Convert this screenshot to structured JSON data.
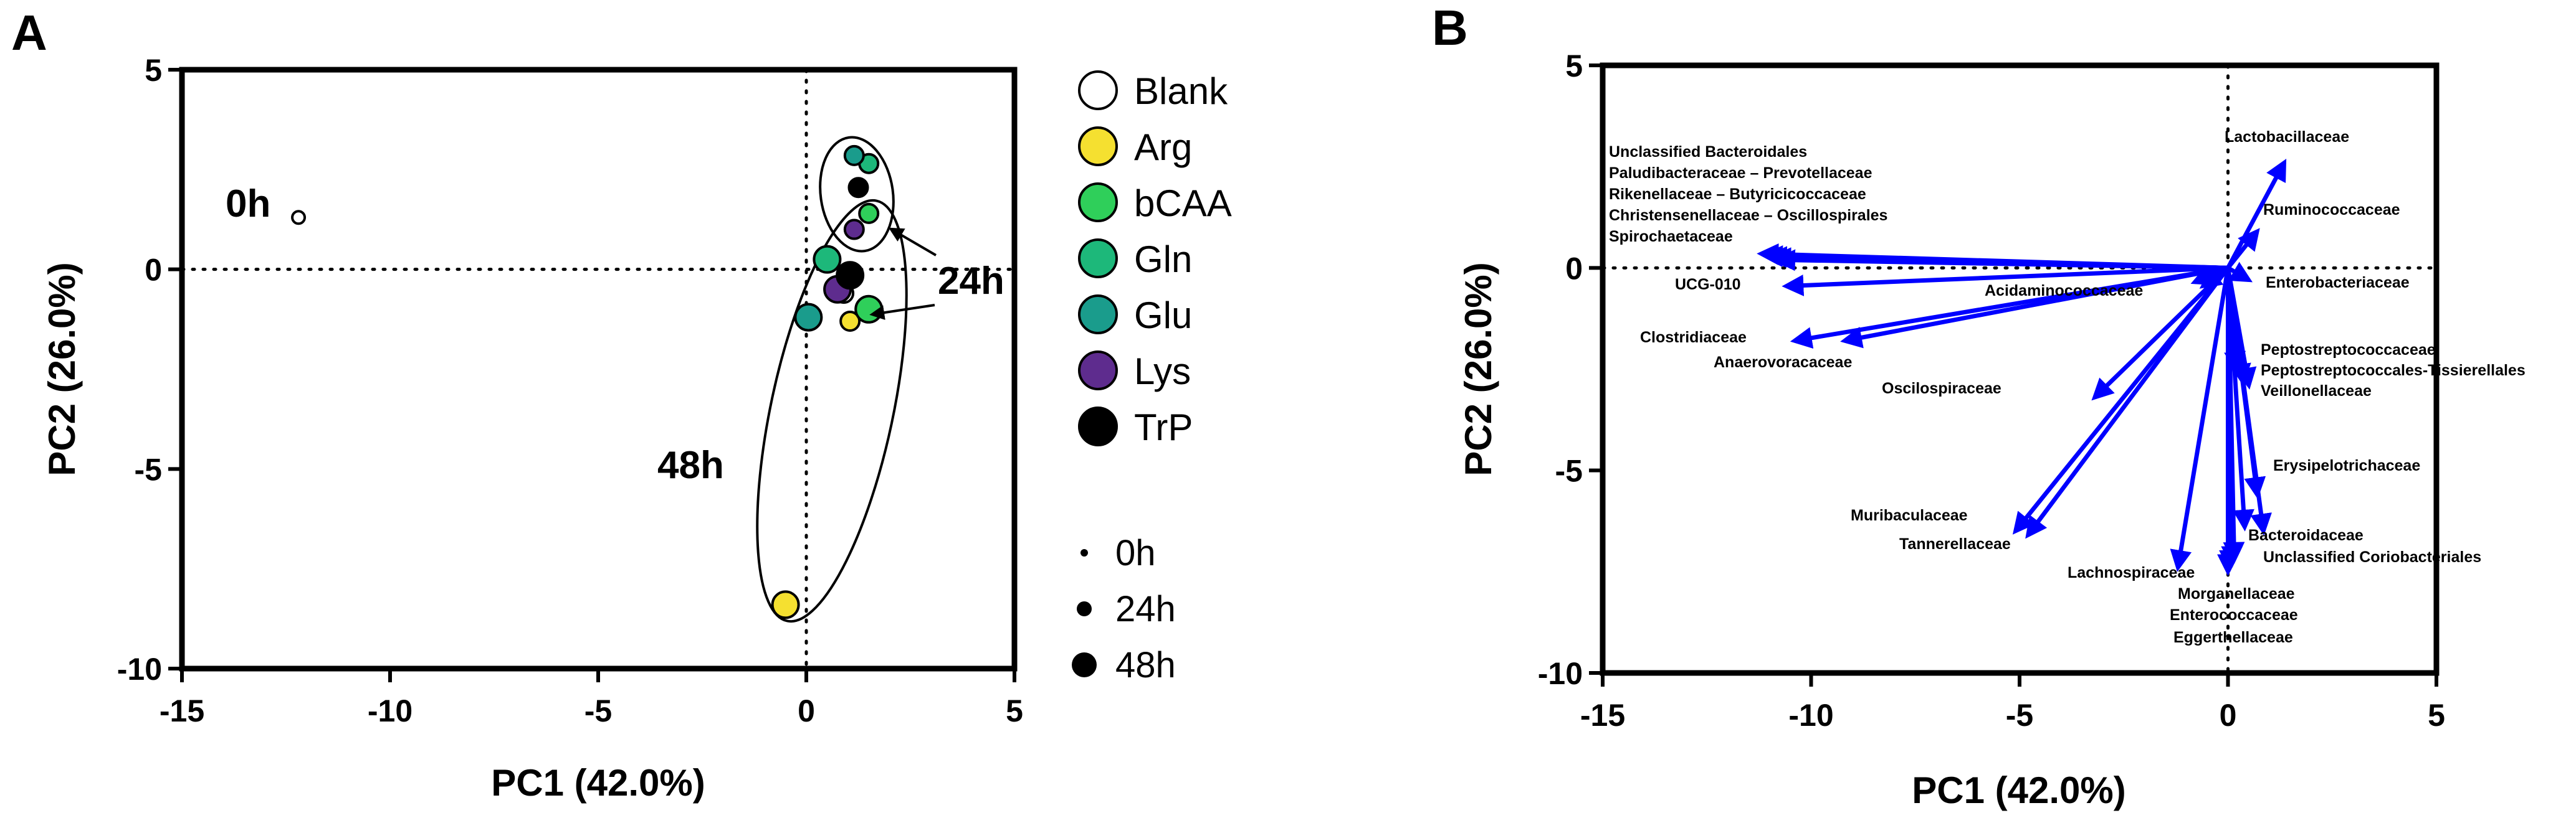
{
  "panels": [
    {
      "panel_label": "A",
      "chart_data": {
        "type": "scatter",
        "xlabel": "PC1 (42.0%)",
        "ylabel": "PC2 (26.0%)",
        "xlim": [
          -15,
          5
        ],
        "ylim": [
          -10,
          5
        ],
        "xticks": [
          "-15",
          "-10",
          "-5",
          "0",
          "5"
        ],
        "yticks": [
          "5",
          "0",
          "-5",
          "-10"
        ],
        "reference_lines": "dotted lines at x=0 and y=0",
        "series": [
          {
            "name": "Blank",
            "color": "#ffffff",
            "points": [
              [
                -12.2,
                1.3,
                "0h"
              ],
              [
                0.9,
                -0.6,
                "24h"
              ]
            ]
          },
          {
            "name": "Arg",
            "color": "#f5e030",
            "points": [
              [
                1.05,
                -1.3,
                "24h"
              ],
              [
                -0.5,
                -8.4,
                "48h"
              ]
            ]
          },
          {
            "name": "bCAA",
            "color": "#2fcf5a",
            "points": [
              [
                1.5,
                1.4,
                "24h"
              ],
              [
                1.5,
                -1.0,
                "48h"
              ]
            ]
          },
          {
            "name": "Gln",
            "color": "#1db87a",
            "points": [
              [
                1.5,
                2.65,
                "24h"
              ],
              [
                0.5,
                0.25,
                "48h"
              ]
            ]
          },
          {
            "name": "Glu",
            "color": "#1a9c8c",
            "points": [
              [
                1.15,
                2.85,
                "24h"
              ],
              [
                0.05,
                -1.2,
                "48h"
              ]
            ]
          },
          {
            "name": "Lys",
            "color": "#5e2c8e",
            "points": [
              [
                1.15,
                1.0,
                "24h"
              ],
              [
                0.75,
                -0.5,
                "48h"
              ]
            ]
          },
          {
            "name": "TrP",
            "color": "#000000",
            "points": [
              [
                1.25,
                2.05,
                "24h"
              ],
              [
                1.05,
                -0.15,
                "48h"
              ]
            ]
          }
        ],
        "legend_placement": "right",
        "time_legend": [
          "0h",
          "24h",
          "48h"
        ],
        "annotations": [
          "0h",
          "24h",
          "48h"
        ]
      }
    },
    {
      "panel_label": "B",
      "chart_data": {
        "type": "biplot",
        "xlabel": "PC1 (42.0%)",
        "ylabel": "PC2 (26.0%)",
        "xlim": [
          -15,
          5
        ],
        "ylim": [
          -10,
          5
        ],
        "xticks": [
          "-15",
          "-10",
          "-5",
          "0",
          "5"
        ],
        "yticks": [
          "5",
          "0",
          "-5",
          "-10"
        ],
        "reference_lines": "dotted lines at x=0 and y=0",
        "arrow_color": "#0000ff",
        "origin": [
          0,
          0
        ],
        "vectors": [
          {
            "x": -11.2,
            "y": 0.35
          },
          {
            "x": -11.1,
            "y": 0.3
          },
          {
            "x": -11.0,
            "y": 0.28
          },
          {
            "x": -10.9,
            "y": 0.25
          },
          {
            "x": -10.8,
            "y": 0.2
          },
          {
            "x": -10.6,
            "y": -0.45
          },
          {
            "x": -10.4,
            "y": -1.8
          },
          {
            "x": -9.2,
            "y": -1.8
          },
          {
            "x": -0.8,
            "y": -0.35
          },
          {
            "x": -0.6,
            "y": -0.45
          },
          {
            "x": -3.2,
            "y": -3.2
          },
          {
            "x": -5.1,
            "y": -6.5
          },
          {
            "x": -4.8,
            "y": -6.6
          },
          {
            "x": -1.2,
            "y": -7.4
          },
          {
            "x": 0.0,
            "y": -7.5
          },
          {
            "x": 0.05,
            "y": -7.4
          },
          {
            "x": 0.1,
            "y": -7.3
          },
          {
            "x": 0.15,
            "y": -7.2
          },
          {
            "x": 0.4,
            "y": -6.4
          },
          {
            "x": 0.7,
            "y": -5.6
          },
          {
            "x": 0.85,
            "y": -6.5
          },
          {
            "x": 0.2,
            "y": -2.5
          },
          {
            "x": 0.35,
            "y": -2.8
          },
          {
            "x": 0.5,
            "y": -2.9
          },
          {
            "x": 0.5,
            "y": -0.3
          },
          {
            "x": 0.7,
            "y": 0.9
          },
          {
            "x": 1.35,
            "y": 2.6
          }
        ],
        "labels": [
          "Unclassified Bacteroidales",
          "Paludibacteraceae – Prevotellaceae",
          "Rikenellaceae – Butyricicoccaceae",
          "Christensenellaceae – Oscillospirales",
          "Spirochaetaceae",
          "UCG-010",
          "Clostridiaceae",
          "Anaerovoracaceae",
          "Acidaminococcaceae",
          "Oscilospiraceae",
          "Muribaculaceae",
          "Tannerellaceae",
          "Lachnospiraceae",
          "Morganellaceae",
          "Enterococcaceae",
          "Eggerthellaceae",
          "Lactobacillaceae",
          "Ruminococcaceae",
          "Enterobacteriaceae",
          "Peptostreptococcaceae",
          "Peptostreptococcales-Tissierellales",
          "Veillonellaceae",
          "Erysipelotrichaceae",
          "Bacteroidaceae",
          "Unclassified  Coriobacteriales"
        ]
      }
    }
  ]
}
